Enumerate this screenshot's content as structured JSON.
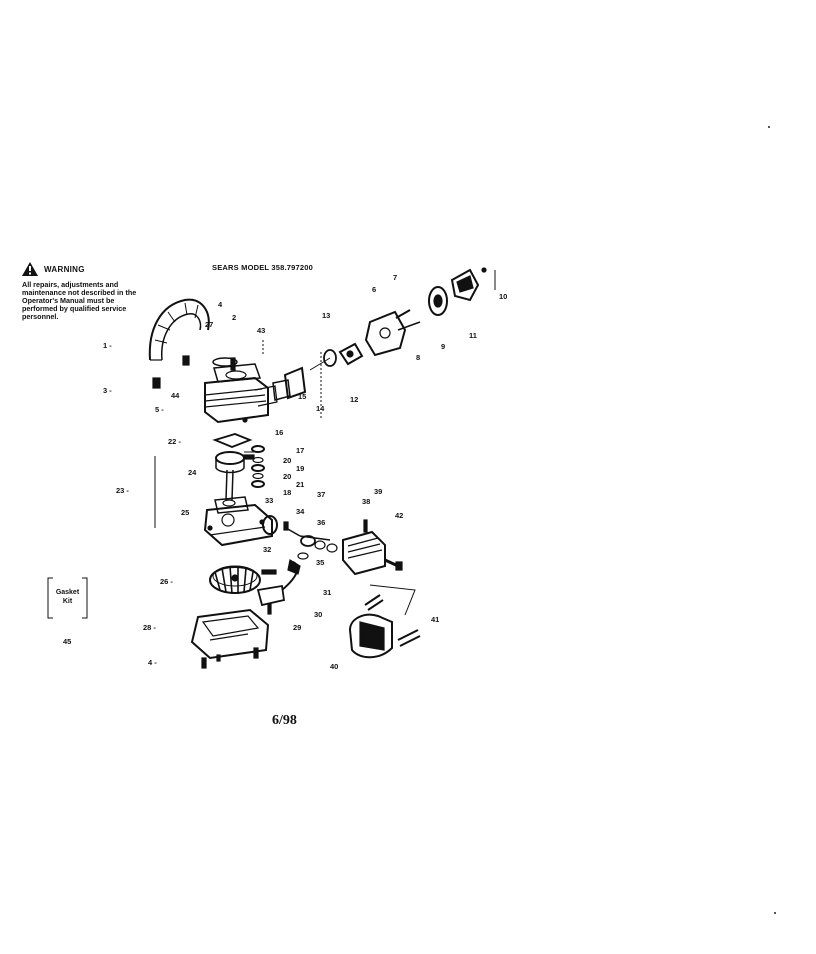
{
  "warning": {
    "title": "WARNING",
    "text": "All repairs, adjustments and maintenance not described in the Operator's Manual must be performed by qualified service personnel."
  },
  "model_title": "SEARS MODEL 358.797200",
  "gasket_kit": {
    "line1": "Gasket",
    "line2": "Kit",
    "number": "45"
  },
  "footer": "6/98",
  "callouts": [
    "1",
    "2",
    "3",
    "4",
    "5",
    "6",
    "7",
    "8",
    "9",
    "10",
    "11",
    "12",
    "13",
    "14",
    "15",
    "16",
    "17",
    "18",
    "19",
    "20",
    "21",
    "22",
    "23",
    "24",
    "25",
    "26",
    "27",
    "28",
    "29",
    "30",
    "31",
    "32",
    "33",
    "34",
    "35",
    "36",
    "37",
    "38",
    "39",
    "40",
    "41",
    "42",
    "43",
    "44"
  ],
  "callout_labels": {
    "c1": "1 -",
    "c3": "3 -",
    "c5": "5 -",
    "c22": "22 -",
    "c23": "23 -",
    "c26": "26 -",
    "c28": "28 -",
    "c4b": "4 -",
    "c2": "2",
    "c4": "4",
    "c27": "27",
    "c43": "43",
    "c44": "44",
    "c13": "13",
    "c14": "14",
    "c15": "15",
    "c16": "16",
    "c12": "12",
    "c6": "6",
    "c7": "7",
    "c8": "8",
    "c9": "9",
    "c10": "10",
    "c11": "11",
    "c17": "17",
    "c20a": "20",
    "c19": "19",
    "c20b": "20",
    "c21": "21",
    "c18": "18",
    "c24": "24",
    "c25": "25",
    "c33": "33",
    "c34": "34",
    "c32": "32",
    "c36b": "36",
    "c35": "35",
    "c37": "37",
    "c38": "38",
    "c39": "39",
    "c42": "42",
    "c31": "31",
    "c30": "30",
    "c29": "29",
    "c41": "41",
    "c40": "40"
  }
}
